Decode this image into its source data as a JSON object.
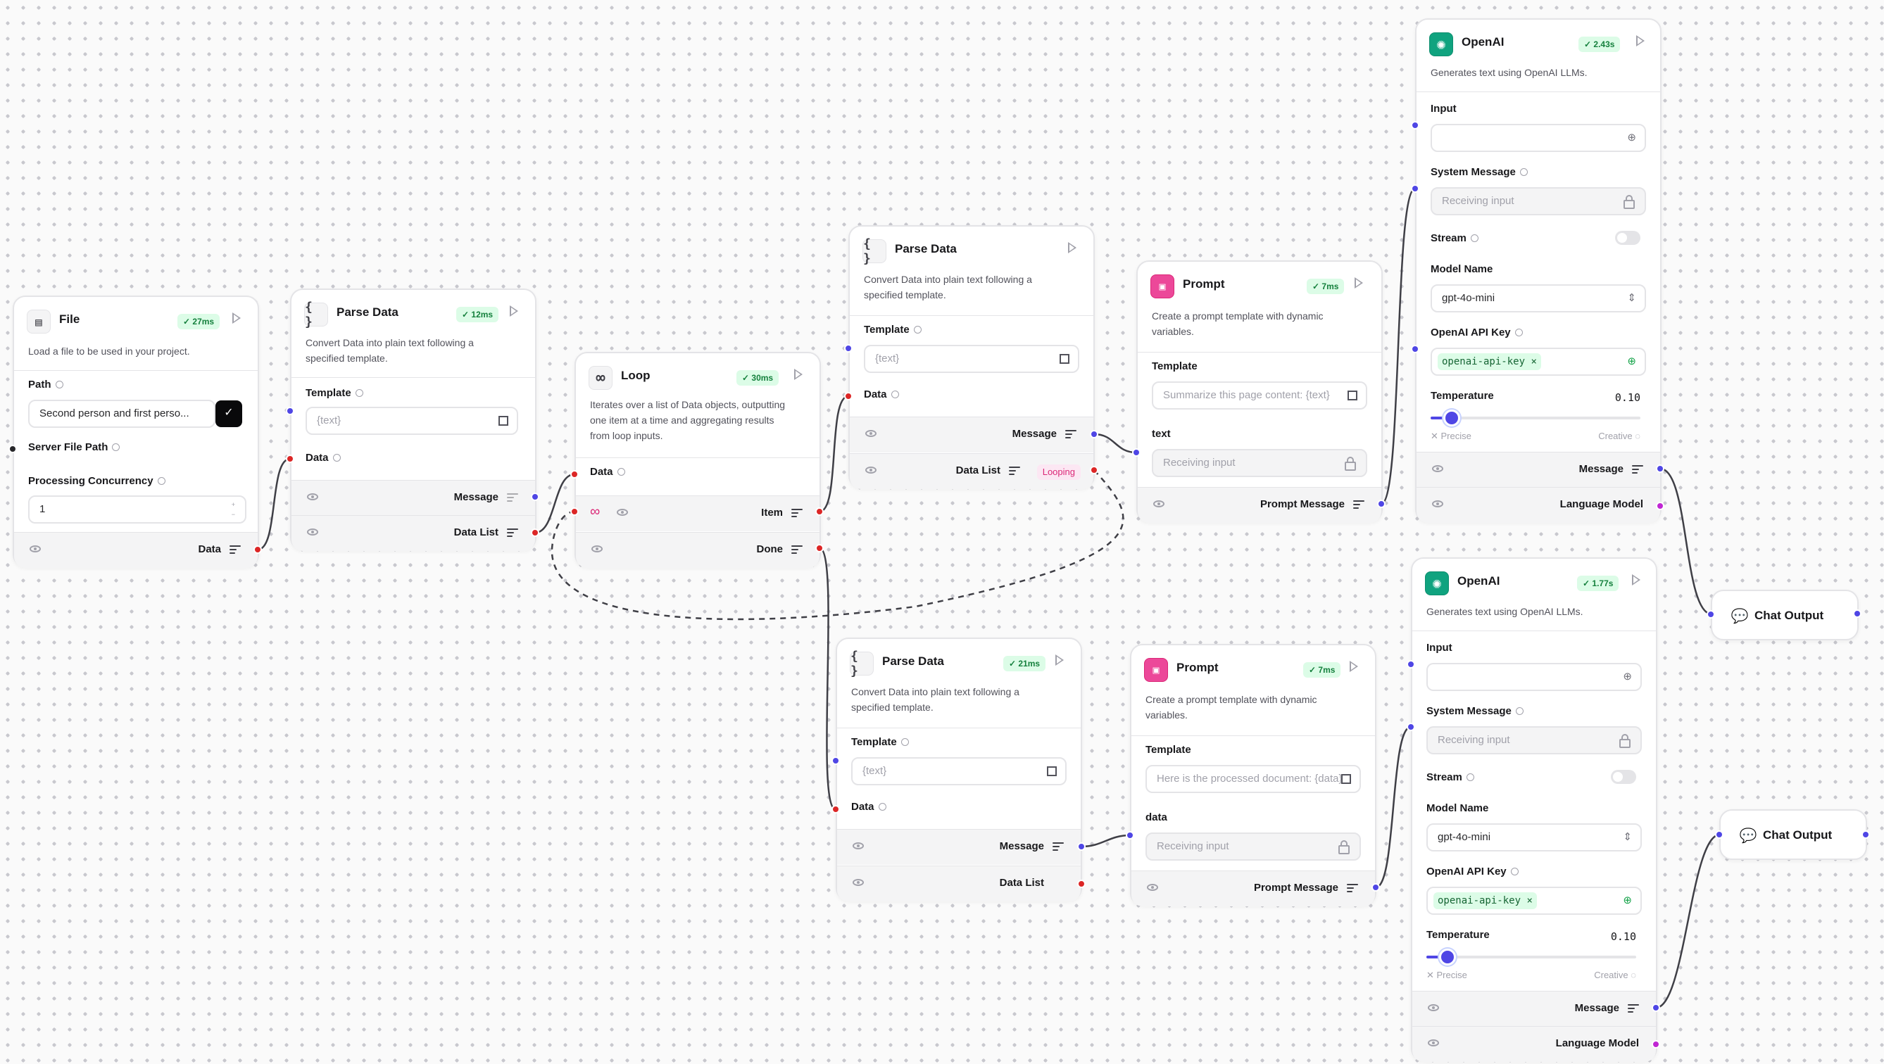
{
  "colors": {
    "accent": "#4f46e5",
    "error_handle": "#dc2626",
    "success_bg": "#dcfce7",
    "openai": "#10a37f",
    "prompt": "#ec4899"
  },
  "file": {
    "title": "File",
    "badge": "27ms",
    "desc": "Load a file to be used in your project.",
    "path_label": "Path",
    "path_value": "Second person and first perso...",
    "server_label": "Server File Path",
    "concurrency_label": "Processing Concurrency",
    "concurrency_value": "1",
    "output": "Data"
  },
  "parse1": {
    "title": "Parse Data",
    "badge": "12ms",
    "desc1": "Convert Data into plain text following a",
    "desc2": "specified template.",
    "template_label": "Template",
    "template_value": "{text}",
    "data_label": "Data",
    "out1": "Message",
    "out2": "Data List"
  },
  "loop": {
    "title": "Loop",
    "badge": "30ms",
    "desc1": "Iterates over a list of Data objects, outputting",
    "desc2": "one item at a time and aggregating results",
    "desc3": "from loop inputs.",
    "data_label": "Data",
    "out1": "Item",
    "out2": "Done",
    "loop_glyph": "∞"
  },
  "parse2": {
    "title": "Parse Data",
    "desc1": "Convert Data into plain text following a",
    "desc2": "specified template.",
    "template_label": "Template",
    "template_value": "{text}",
    "data_label": "Data",
    "out1": "Message",
    "out2": "Data List",
    "looping": "Looping"
  },
  "parse3": {
    "title": "Parse Data",
    "badge": "21ms",
    "desc1": "Convert Data into plain text following a",
    "desc2": "specified template.",
    "template_label": "Template",
    "template_value": "{text}",
    "data_label": "Data",
    "out1": "Message",
    "out2": "Data List"
  },
  "prompt1": {
    "title": "Prompt",
    "badge": "7ms",
    "desc1": "Create a prompt template with dynamic",
    "desc2": "variables.",
    "template_label": "Template",
    "template_value": "Summarize this page content: {text}",
    "var_label": "text",
    "var_value": "Receiving input",
    "output": "Prompt Message"
  },
  "prompt2": {
    "title": "Prompt",
    "badge": "7ms",
    "desc1": "Create a prompt template with dynamic",
    "desc2": "variables.",
    "template_label": "Template",
    "template_value": "Here is the processed document: {data}",
    "var_label": "data",
    "var_value": "Receiving input",
    "output": "Prompt Message"
  },
  "openai1": {
    "title": "OpenAI",
    "badge": "2.43s",
    "desc": "Generates text using OpenAI LLMs.",
    "input_label": "Input",
    "system_label": "System Message",
    "system_value": "Receiving input",
    "stream_label": "Stream",
    "model_label": "Model Name",
    "model_value": "gpt-4o-mini",
    "key_label": "OpenAI API Key",
    "key_value": "openai-api-key",
    "temp_label": "Temperature",
    "temp_value": "0.10",
    "temp_level": 0.1,
    "precise": "Precise",
    "creative": "Creative",
    "out1": "Message",
    "out2": "Language Model"
  },
  "openai2": {
    "title": "OpenAI",
    "badge": "1.77s",
    "desc": "Generates text using OpenAI LLMs.",
    "input_label": "Input",
    "system_label": "System Message",
    "system_value": "Receiving input",
    "stream_label": "Stream",
    "model_label": "Model Name",
    "model_value": "gpt-4o-mini",
    "key_label": "OpenAI API Key",
    "key_value": "openai-api-key",
    "temp_label": "Temperature",
    "temp_value": "0.10",
    "temp_level": 0.1,
    "precise": "Precise",
    "creative": "Creative",
    "out1": "Message",
    "out2": "Language Model"
  },
  "chat1": {
    "title": "Chat Output"
  },
  "chat2": {
    "title": "Chat Output"
  }
}
